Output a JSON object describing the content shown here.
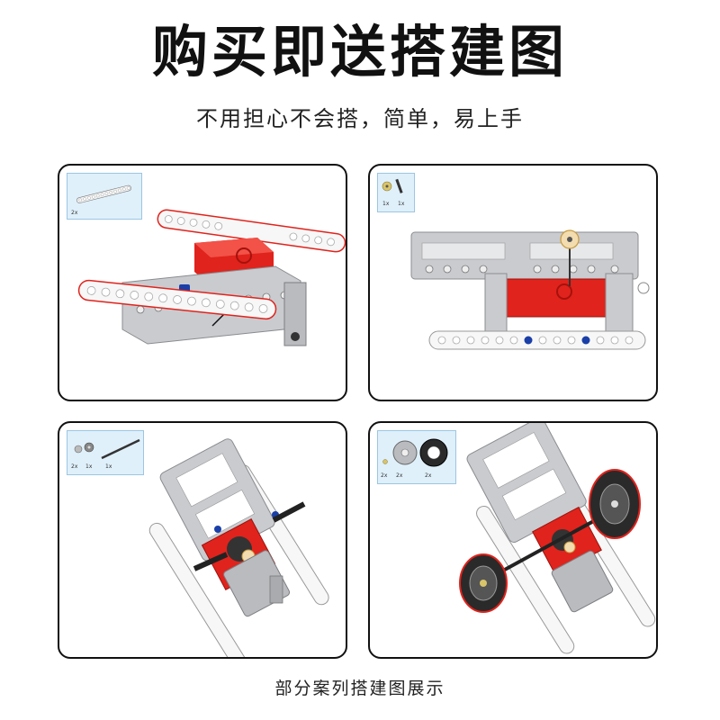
{
  "header": {
    "title": "购买即送搭建图",
    "subtitle": "不用担心不会搭，简单，易上手"
  },
  "footer": {
    "caption": "部分案列搭建图展示"
  },
  "steps": [
    {
      "parts": [
        {
          "qty": "2x"
        }
      ]
    },
    {
      "parts": [
        {
          "qty": "1x"
        },
        {
          "qty": "1x"
        }
      ]
    },
    {
      "parts": [
        {
          "qty": "2x"
        },
        {
          "qty": "1x"
        },
        {
          "qty": "1x"
        }
      ]
    },
    {
      "parts": [
        {
          "qty": "2x"
        },
        {
          "qty": "2x"
        },
        {
          "qty": "2x"
        }
      ]
    }
  ],
  "colors": {
    "beam_gray": "#c9cbcf",
    "beam_white": "#f7f7f7",
    "brick_red": "#e0231c",
    "pin_blue": "#1a3fa8",
    "panel_border": "#111111",
    "parts_bg": "#dff0fb"
  }
}
